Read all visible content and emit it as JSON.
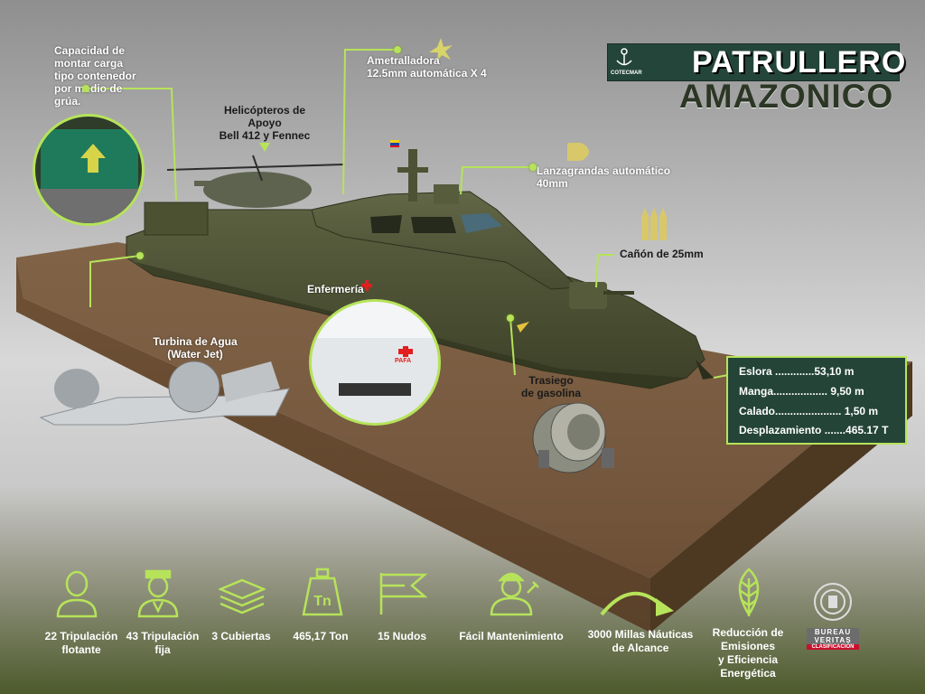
{
  "title": {
    "line1": "PATRULLERO",
    "line2": "AMAZONICO"
  },
  "logo": {
    "text": "COTECMAR",
    "icon": "anchor-icon"
  },
  "callouts": {
    "carga": [
      "Capacidad de",
      "montar carga",
      "tipo contenedor",
      "por  medio de",
      "grúa."
    ],
    "helicoptero": [
      "Helicópteros de Apoyo",
      "Bell 412 y Fennec"
    ],
    "ametralladora": [
      "Ametralladora",
      "12.5mm automática X 4"
    ],
    "lanzagranadas": [
      "Lanzagrandas automático",
      "40mm"
    ],
    "canon": "Cañón de 25mm",
    "enfermeria": "Enfermería",
    "turbina": [
      "Turbina de Agua",
      "(Water Jet)"
    ],
    "trasiego": [
      "Trasiego",
      "de gasolina"
    ]
  },
  "specs": [
    {
      "label": "Eslora .............53,10 m"
    },
    {
      "label": "Manga.................. 9,50 m"
    },
    {
      "label": "Calado...................... 1,50 m"
    },
    {
      "label": "Desplazamiento .......465.17 T"
    }
  ],
  "features": [
    {
      "icon": "crew-floating-icon",
      "lines": [
        "22 Tripulación",
        "flotante"
      ]
    },
    {
      "icon": "crew-fixed-icon",
      "lines": [
        "43 Tripulación",
        "fija"
      ]
    },
    {
      "icon": "decks-icon",
      "lines": [
        "3 Cubiertas"
      ]
    },
    {
      "icon": "weight-icon",
      "lines": [
        "465,17 Ton"
      ],
      "icon_text": "Tn"
    },
    {
      "icon": "speed-flag-icon",
      "lines": [
        "15 Nudos"
      ]
    },
    {
      "icon": "maintenance-icon",
      "lines": [
        "Fácil Mantenimiento"
      ]
    },
    {
      "icon": "range-arrow-icon",
      "lines": [
        "3000 Millas Náuticas",
        "de Alcance"
      ]
    },
    {
      "icon": "leaf-icon",
      "lines": [
        "Reducción de",
        "Emisiones",
        "y Eficiencia",
        "Energética"
      ]
    }
  ],
  "certification": {
    "top": "BUREAU",
    "bottom": "VERITAS",
    "sub": "CLASIFICACIÓN"
  },
  "hospital_sign": "PAFA",
  "colors": {
    "accent": "#b6e35a",
    "panel": "#244438",
    "hull": "#4a4e30",
    "earth": "#7a5a3c"
  }
}
